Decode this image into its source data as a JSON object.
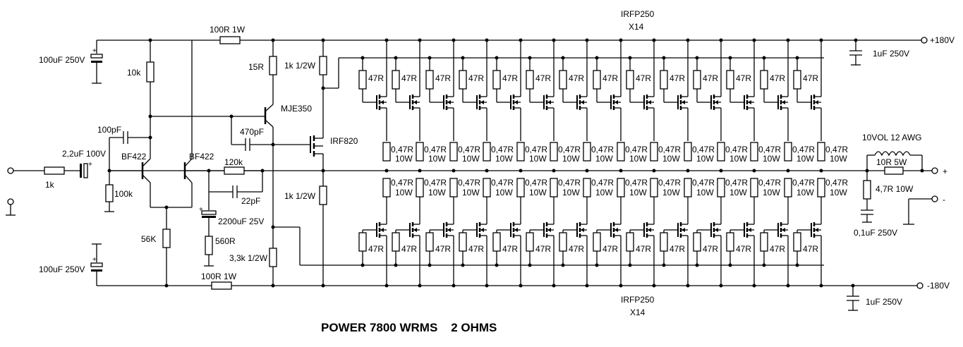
{
  "title": "POWER 7800 WRMS    2 OHMS",
  "rails": {
    "positive": "+180V",
    "negative": "-180V"
  },
  "outputs": {
    "plus": "+",
    "minus": "-"
  },
  "mosfet_banks": {
    "top_type": "IRFP250",
    "top_count": "X14",
    "bottom_type": "IRFP250",
    "bottom_count": "X14",
    "gate_resistor": "47R",
    "source_resistor_value": "0,47R",
    "source_resistor_power": "10W"
  },
  "components": {
    "input_resistor": "1k",
    "input_cap": "2,2uF 100V",
    "bias_resistor": "100k",
    "q1": "BF422",
    "q2": "BF422",
    "feedback_cap_100p": "100pF",
    "collector_resistor": "10k",
    "emitter_resistor": "56K",
    "feedback_resistor": "120k",
    "feedback_cap_22p": "22pF",
    "fb_cap_2200": "2200uF 25V",
    "fb_res_560": "560R",
    "top_filter_res": "100R 1W",
    "bottom_filter_res": "100R 1W",
    "top_filter_cap": "100uF 250V",
    "bottom_filter_cap": "100uF 250V",
    "r15": "15R",
    "vas": "MJE350",
    "c470": "470pF",
    "driver": "IRF820",
    "r1k_top": "1k 1/2W",
    "r1k_bottom": "1k 1/2W",
    "r3k3": "3,3k 1/2W",
    "c_top_rail": "1uF 250V",
    "c_bottom_rail": "1uF 250V",
    "inductor": "10VOL 12 AWG",
    "r_out": "10R 5W",
    "r_zobel": "4,7R 10W",
    "c_zobel": "0,1uF 250V"
  }
}
